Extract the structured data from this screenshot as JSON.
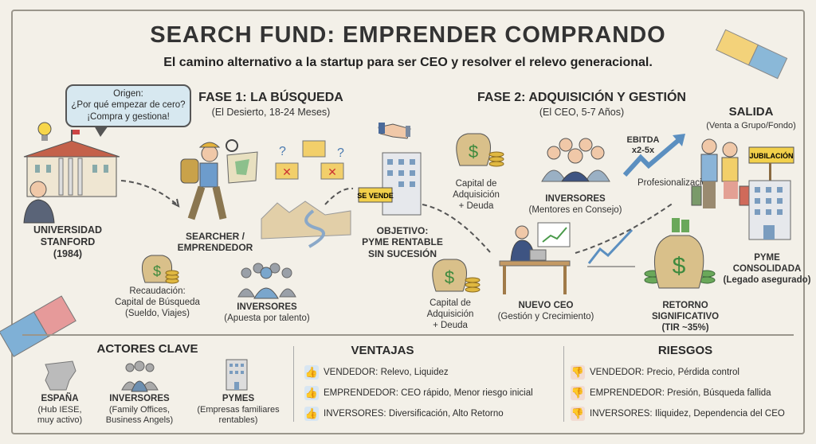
{
  "title": "SEARCH FUND: EMPRENDER COMPRANDO",
  "subtitle": "El camino alternativo a la startup para ser CEO y resolver el relevo generacional.",
  "origin": {
    "bubble": [
      "Origen:",
      "¿Por qué empezar de cero?",
      "¡Compra y gestiona!"
    ],
    "label": [
      "UNIVERSIDAD",
      "STANFORD",
      "(1984)"
    ]
  },
  "phase1": {
    "title": "FASE 1: LA BÚSQUEDA",
    "subtitle": "(El Desierto, 18-24 Meses)",
    "searcher": [
      "SEARCHER /",
      "EMPRENDEDOR"
    ],
    "fundraise": [
      "Recaudación:",
      "Capital de Búsqueda",
      "(Sueldo, Viajes)"
    ],
    "investors": {
      "title": "INVERSORES",
      "sub": "(Apuesta por talento)"
    },
    "sign": "SE VENDE",
    "target": [
      "OBJETIVO:",
      "PYME RENTABLE",
      "SIN SUCESIÓN"
    ]
  },
  "phase2": {
    "title": "FASE 2: ADQUISICIÓN Y GESTIÓN",
    "subtitle": "(El CEO, 5-7 Años)",
    "capital_top": [
      "Capital de",
      "Adquisición",
      "+ Deuda"
    ],
    "capital_bottom": [
      "Capital de",
      "Adquisición",
      "+ Deuda"
    ],
    "ceo": {
      "title": "NUEVO CEO",
      "sub": "(Gestión y Crecimiento)"
    },
    "mentors": {
      "title": "INVERSORES",
      "sub": "(Mentores en Consejo)"
    },
    "ebitda": [
      "EBITDA",
      "x2-5x"
    ],
    "professionalization": "Profesionalización",
    "return": [
      "RETORNO",
      "SIGNIFICATIVO",
      "(TIR ~35%)"
    ]
  },
  "exit": {
    "title": "SALIDA",
    "subtitle": "(Venta a Grupo/Fondo)",
    "sign": "JUBILACIÓN",
    "label": [
      "PYME",
      "CONSOLIDADA",
      "(Legado asegurado)"
    ]
  },
  "actors": {
    "title": "ACTORES CLAVE",
    "items": [
      {
        "name": "ESPAÑA",
        "desc": [
          "(Hub IESE,",
          "muy activo)"
        ]
      },
      {
        "name": "INVERSORES",
        "desc": [
          "(Family Offices,",
          "Business Angels)"
        ]
      },
      {
        "name": "PYMES",
        "desc": [
          "(Empresas familiares",
          "rentables)"
        ]
      }
    ]
  },
  "advantages": {
    "title": "VENTAJAS",
    "items": [
      {
        "who": "VENDEDOR:",
        "text": "Relevo, Liquidez"
      },
      {
        "who": "EMPRENDEDOR:",
        "text": "CEO rápido, Menor riesgo inicial"
      },
      {
        "who": "INVERSORES:",
        "text": "Diversificación, Alto Retorno"
      }
    ]
  },
  "risks": {
    "title": "RIESGOS",
    "items": [
      {
        "who": "VENDEDOR:",
        "text": "Precio, Pérdida control"
      },
      {
        "who": "EMPRENDEDOR:",
        "text": "Presión, Búsqueda fallida"
      },
      {
        "who": "INVERSORES:",
        "text": "Iliquidez, Dependencia del CEO"
      }
    ]
  },
  "colors": {
    "thumb_up": "#5b8fc0",
    "thumb_down": "#c9826a",
    "money": "#5a9a4a",
    "bag": "#d9c08a"
  }
}
